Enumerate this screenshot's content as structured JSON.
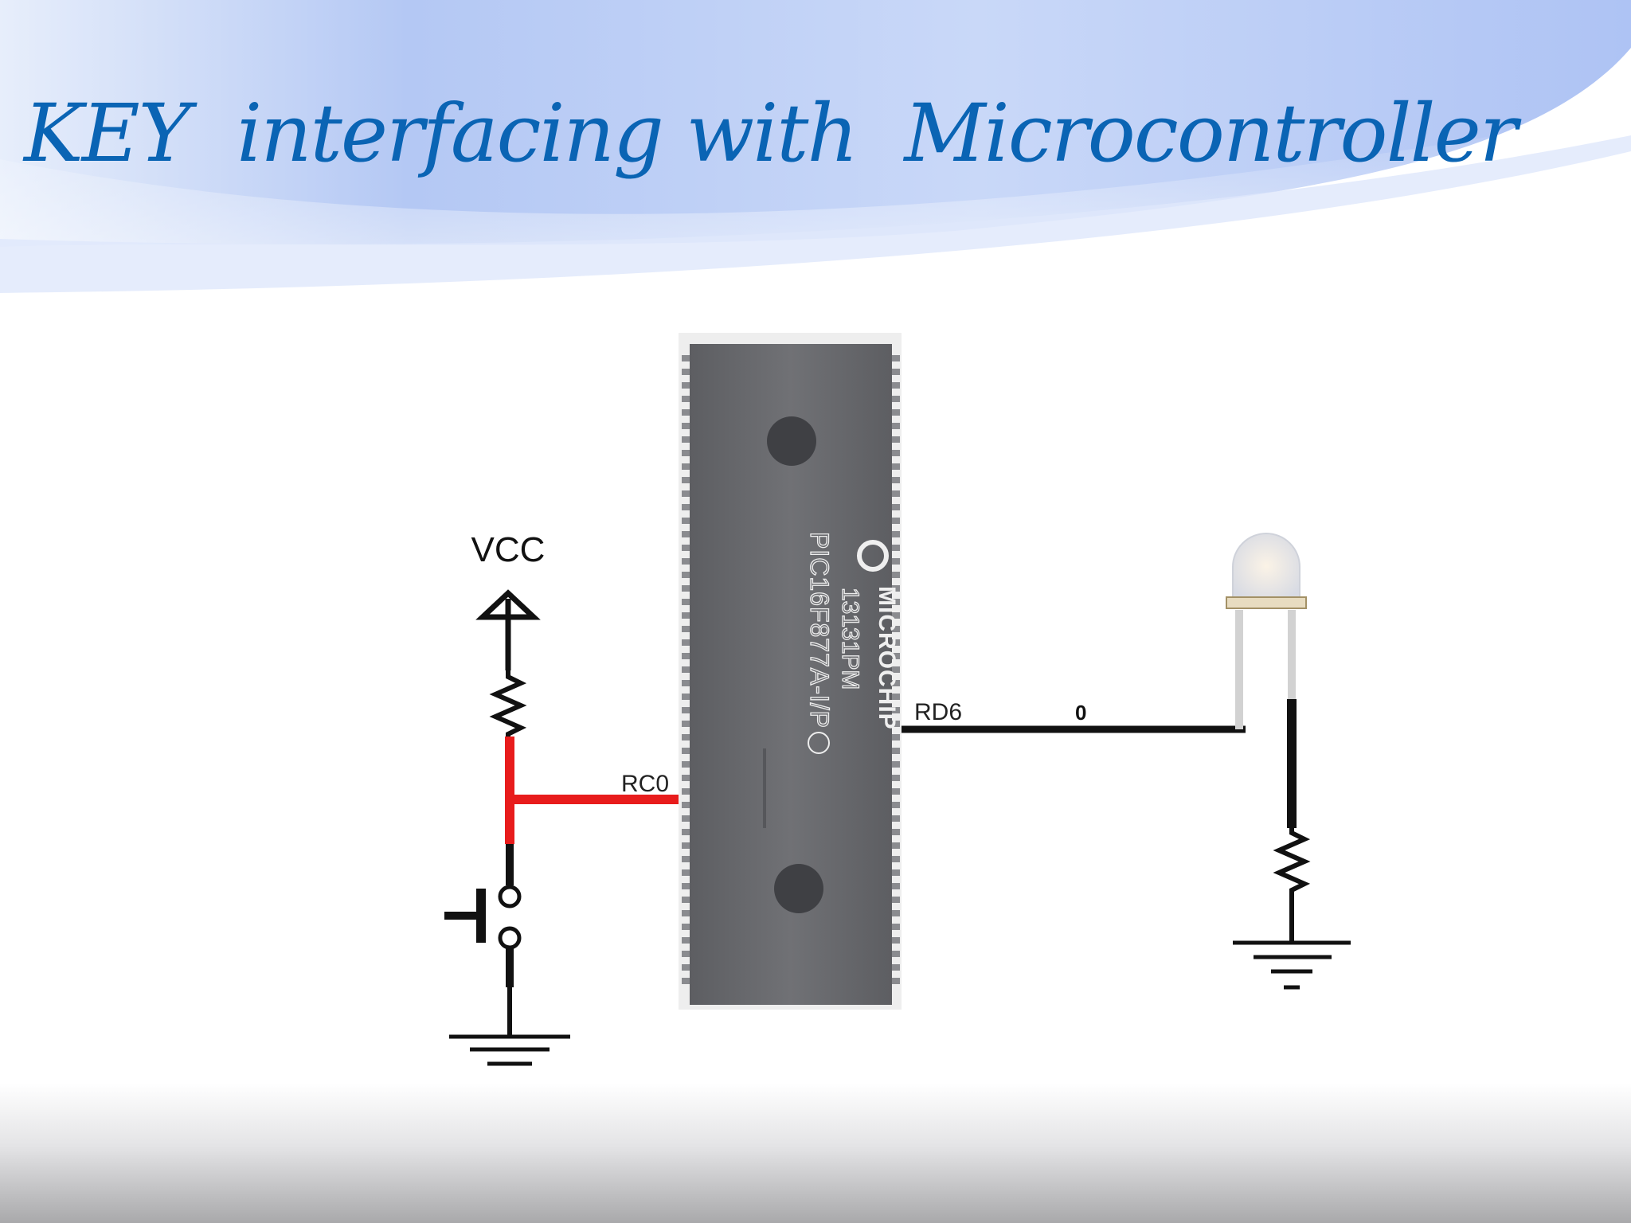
{
  "slide": {
    "title": "KEY  interfacing with  Microcontroller"
  },
  "diagram": {
    "vcc_label": "VCC",
    "rc0_label": "RC0",
    "rd6_label": "RD6",
    "rd6_state": "0",
    "chip": {
      "part_number": "PIC16F877A-I/P",
      "lot_code": "13131PM",
      "brand": "MICROCHIP",
      "body_color": "#6b6c70"
    },
    "colors": {
      "active_wire": "#e81c1c",
      "wire": "#111111",
      "title": "#0a64b4",
      "header_band": "#a9c0f5"
    }
  }
}
